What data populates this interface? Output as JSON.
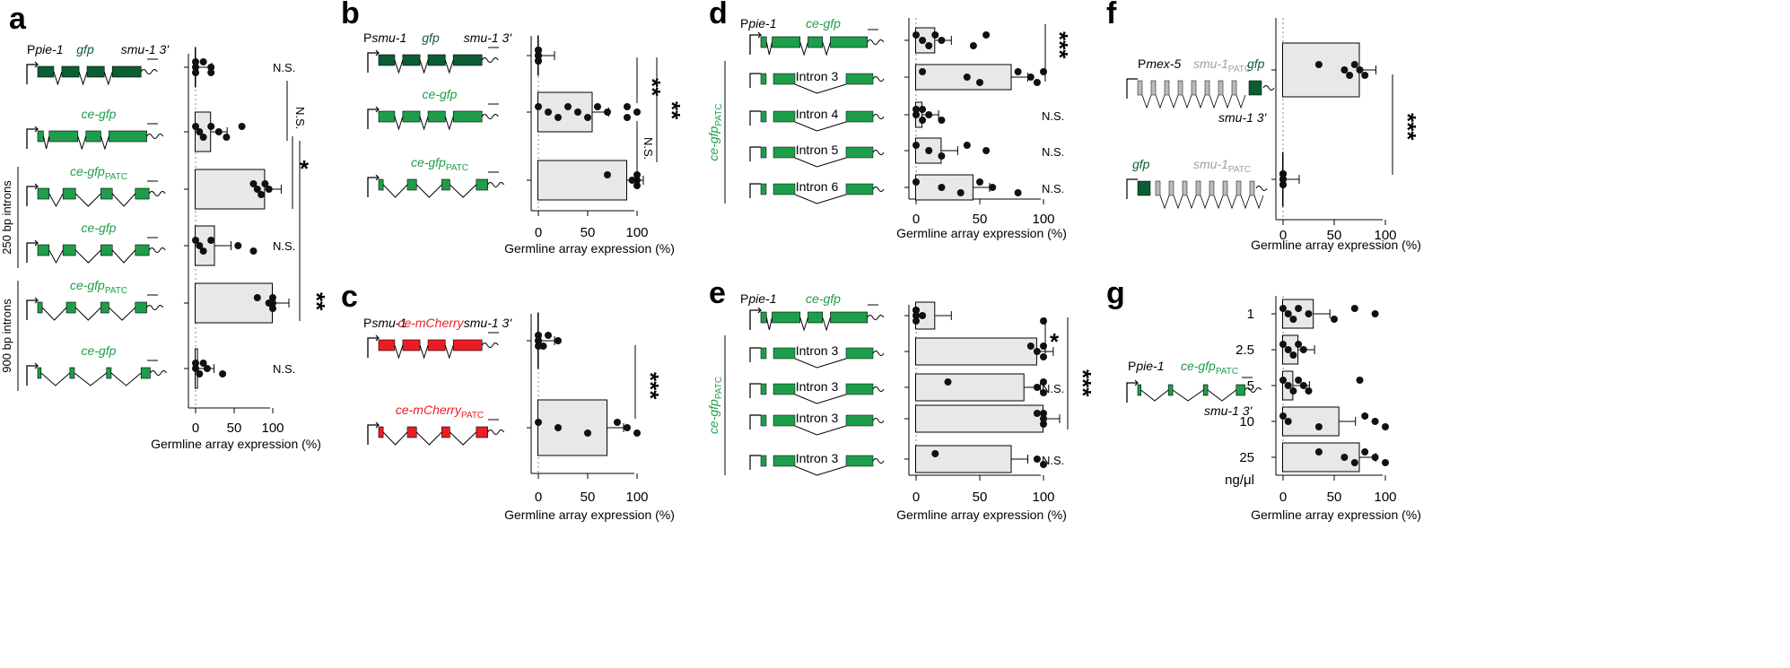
{
  "colors": {
    "dark_green": "#0b5e34",
    "green": "#1e9e4a",
    "red": "#ec1c24",
    "grey": "#a0a0a0",
    "bar_fill": "#e8e8e8"
  },
  "common": {
    "axis_title": "Germline array expression (%)",
    "ticks": [
      "0",
      "50",
      "100"
    ],
    "units": "ng/μl"
  },
  "chart_data": [
    {
      "panel": "a",
      "type": "bar",
      "xlim": [
        0,
        100
      ],
      "xlabel": "Germline array expression (%)",
      "categories": [
        "gfp",
        "ce-gfp",
        "ce-gfp PATC (250 bp introns)",
        "ce-gfp (250 bp introns)",
        "ce-gfp PATC (900 bp introns)",
        "ce-gfp (900 bp introns)"
      ],
      "values": [
        0,
        20,
        90,
        25,
        100,
        3
      ],
      "points": [
        [
          0,
          0,
          0,
          10,
          20,
          20
        ],
        [
          0,
          5,
          10,
          20,
          30,
          40,
          60
        ],
        [
          75,
          80,
          85,
          90,
          95
        ],
        [
          0,
          5,
          10,
          20,
          55,
          75
        ],
        [
          80,
          95,
          100,
          100,
          100
        ],
        [
          0,
          0,
          5,
          10,
          15,
          35
        ]
      ],
      "brackets": [
        {
          "rows": [
            0,
            1
          ],
          "label": "N.S."
        },
        {
          "rows": [
            1,
            2
          ],
          "label": "*"
        },
        {
          "rows": [
            3,
            4
          ],
          "label": "**"
        }
      ],
      "row_labels": [
        "N.S.",
        null,
        null,
        "N.S.",
        null,
        "N.S."
      ],
      "group_labels": [
        "250 bp introns",
        "900 bp introns"
      ],
      "constructs": [
        {
          "promoter": "Ppie-1",
          "gene": "gfp",
          "utr": "smu-1 3'"
        },
        {
          "gene": "ce-gfp"
        },
        {
          "gene": "ce-gfp",
          "sub": "PATC"
        },
        {
          "gene": "ce-gfp"
        },
        {
          "gene": "ce-gfp",
          "sub": "PATC"
        },
        {
          "gene": "ce-gfp"
        }
      ]
    },
    {
      "panel": "b",
      "type": "bar",
      "xlim": [
        0,
        100
      ],
      "xlabel": "Germline array expression (%)",
      "categories": [
        "gfp",
        "ce-gfp",
        "ce-gfp PATC"
      ],
      "values": [
        0,
        55,
        90
      ],
      "points": [
        [
          0,
          0,
          0,
          0,
          0,
          0,
          0,
          0,
          0,
          0
        ],
        [
          0,
          10,
          20,
          30,
          40,
          50,
          60,
          70,
          90,
          90,
          100
        ],
        [
          70,
          95,
          100,
          100,
          100
        ]
      ],
      "brackets": [
        {
          "rows": [
            0,
            1
          ],
          "label": "**"
        },
        {
          "rows": [
            0,
            2
          ],
          "label": "**"
        },
        {
          "rows": [
            1,
            2
          ],
          "label": "N.S."
        }
      ],
      "constructs": [
        {
          "promoter": "Psmu-1",
          "gene": "gfp",
          "utr": "smu-1 3'"
        },
        {
          "gene": "ce-gfp"
        },
        {
          "gene": "ce-gfp",
          "sub": "PATC"
        }
      ]
    },
    {
      "panel": "c",
      "type": "bar",
      "xlim": [
        0,
        100
      ],
      "xlabel": "Germline array expression (%)",
      "categories": [
        "ce-mCherry",
        "ce-mCherry PATC"
      ],
      "values": [
        0,
        70
      ],
      "points": [
        [
          0,
          0,
          0,
          0,
          0,
          5,
          10,
          20
        ],
        [
          0,
          20,
          50,
          80,
          90,
          100
        ]
      ],
      "brackets": [
        {
          "rows": [
            0,
            1
          ],
          "label": "***"
        }
      ],
      "constructs": [
        {
          "promoter": "Psmu-1",
          "gene": "ce-mCherry",
          "utr": "smu-1 3'"
        },
        {
          "gene": "ce-mCherry",
          "sub": "PATC"
        }
      ]
    },
    {
      "panel": "d",
      "type": "bar",
      "xlim": [
        0,
        100
      ],
      "xlabel": "Germline array expression (%)",
      "categories": [
        "ce-gfp",
        "Intron 3",
        "Intron 4",
        "Intron 5",
        "Intron 6"
      ],
      "values": [
        15,
        75,
        5,
        20,
        45
      ],
      "points": [
        [
          0,
          5,
          10,
          15,
          20,
          45,
          55
        ],
        [
          5,
          40,
          50,
          80,
          90,
          95,
          100
        ],
        [
          0,
          0,
          5,
          5,
          10,
          20
        ],
        [
          0,
          10,
          20,
          40,
          55
        ],
        [
          0,
          20,
          35,
          50,
          60,
          80
        ]
      ],
      "brackets": [
        {
          "rows": [
            0,
            1
          ],
          "label": "***"
        }
      ],
      "row_labels": [
        null,
        null,
        "N.S.",
        "N.S.",
        "N.S."
      ],
      "group_label": "ce-gfp PATC",
      "constructs": [
        {
          "promoter": "Ppie-1",
          "gene": "ce-gfp"
        },
        {
          "intron": "Intron 3"
        },
        {
          "intron": "Intron 4"
        },
        {
          "intron": "Intron 5"
        },
        {
          "intron": "Intron 6"
        }
      ]
    },
    {
      "panel": "e",
      "type": "bar",
      "xlim": [
        0,
        100
      ],
      "xlabel": "Germline array expression (%)",
      "categories": [
        "ce-gfp",
        "Intron 3 (a)",
        "Intron 3 (b)",
        "Intron 3 (c)",
        "Intron 3 (d)"
      ],
      "values": [
        15,
        95,
        85,
        100,
        75
      ],
      "points": [
        [
          0,
          0,
          0,
          0,
          5,
          100
        ],
        [
          90,
          95,
          100,
          100
        ],
        [
          25,
          95,
          100,
          100
        ],
        [
          95,
          100,
          100,
          100
        ],
        [
          15,
          95,
          100
        ]
      ],
      "brackets": [
        {
          "rows": [
            0,
            1
          ],
          "label": "*"
        },
        {
          "rows": [
            0,
            3
          ],
          "label": "***"
        }
      ],
      "row_labels": [
        null,
        null,
        "N.S.",
        null,
        "N.S."
      ],
      "group_label": "ce-gfp PATC",
      "constructs": [
        {
          "promoter": "Ppie-1",
          "gene": "ce-gfp"
        },
        {
          "intron": "Intron 3"
        },
        {
          "intron": "Intron 3"
        },
        {
          "intron": "Intron 3"
        },
        {
          "intron": "Intron 3"
        }
      ]
    },
    {
      "panel": "f",
      "type": "bar",
      "xlim": [
        0,
        100
      ],
      "xlabel": "Germline array expression (%)",
      "categories": [
        "smu-1 PATC – gfp",
        "gfp – smu-1 PATC"
      ],
      "values": [
        75,
        0
      ],
      "points": [
        [
          35,
          60,
          65,
          70,
          75,
          80
        ],
        [
          0,
          0,
          0,
          0,
          0,
          0,
          0,
          0
        ]
      ],
      "brackets": [
        {
          "rows": [
            0,
            1
          ],
          "label": "***"
        }
      ],
      "constructs": [
        {
          "promoter": "Pmex-5",
          "gene": "smu-1",
          "sub": "PATC",
          "gene2": "gfp",
          "utr": "smu-1 3'"
        },
        {
          "gene": "gfp",
          "gene2": "smu-1",
          "sub2": "PATC"
        }
      ]
    },
    {
      "panel": "g",
      "type": "bar",
      "xlim": [
        0,
        100
      ],
      "xlabel": "Germline array expression (%)",
      "categories": [
        "1",
        "2.5",
        "5",
        "10",
        "25"
      ],
      "values": [
        30,
        15,
        10,
        55,
        75
      ],
      "points": [
        [
          0,
          5,
          10,
          15,
          25,
          50,
          70,
          90
        ],
        [
          0,
          5,
          10,
          15,
          20
        ],
        [
          0,
          5,
          10,
          15,
          20,
          25,
          75
        ],
        [
          0,
          5,
          35,
          80,
          90,
          100
        ],
        [
          35,
          60,
          70,
          80,
          90,
          100
        ]
      ],
      "units": "ng/μl",
      "constructs": [
        {
          "promoter": "Ppie-1",
          "gene": "ce-gfp",
          "sub": "PATC",
          "utr": "smu-1 3'"
        }
      ]
    }
  ]
}
